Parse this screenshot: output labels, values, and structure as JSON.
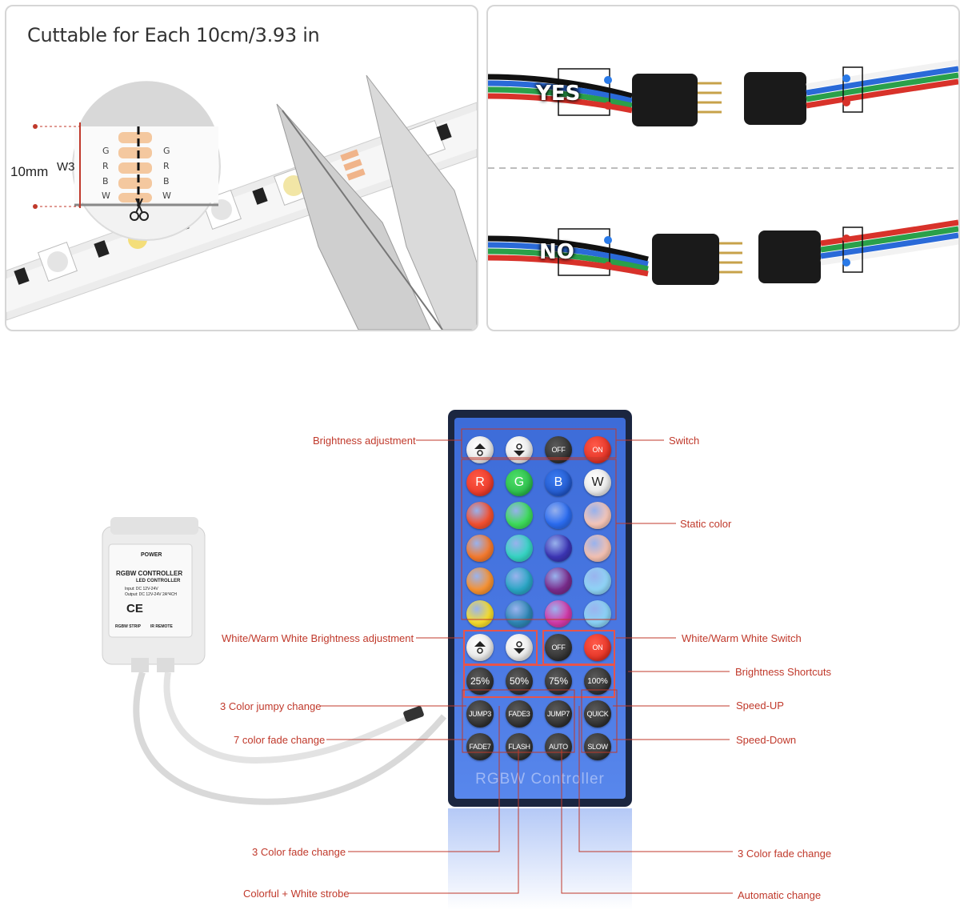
{
  "cut_panel": {
    "title": "Cuttable for Each 10cm/3.93 in",
    "dimension": "10mm",
    "marker": "W3",
    "pins_left": [
      "G",
      "R",
      "B",
      "W"
    ],
    "pins_right": [
      "G",
      "R",
      "B",
      "W"
    ]
  },
  "connector_panel": {
    "yes_label": "YES",
    "no_label": "NO"
  },
  "controller": {
    "power": "POWER",
    "title": "RGBW CONTROLLER",
    "subtitle": "LED CONTROLLER",
    "input": "Input: DC 12V-24V",
    "output": "Output: DC 12V-24V 2A*4CH",
    "ce": "CE",
    "strip": "RGBW STRIP",
    "remote": "IR REMOTE"
  },
  "remote": {
    "brand": "RGBW  Controller",
    "color_letters": [
      "R",
      "G",
      "B",
      "W"
    ],
    "off": "OFF",
    "on": "ON",
    "percent": [
      "25%",
      "50%",
      "75%",
      "100%"
    ],
    "modes_row1": [
      "JUMP3",
      "FADE3",
      "JUMP7",
      "QUICK"
    ],
    "modes_row2": [
      "FADE7",
      "FLASH",
      "AUTO",
      "SLOW"
    ],
    "colors": {
      "row1": [
        "#f4502f",
        "#3ddc5a",
        "#2b6cf0",
        "#f6c6b8"
      ],
      "row2": [
        "#f57a2e",
        "#35d4c2",
        "#3c35b4",
        "#f4c1b1"
      ],
      "row3": [
        "#f79232",
        "#2aa6c4",
        "#7a2c8c",
        "#8fd4f6"
      ],
      "row4": [
        "#f6dd2c",
        "#2e86b4",
        "#d23aa8",
        "#8ad2f5"
      ]
    }
  },
  "callouts": {
    "brightness": "Brightness adjustment",
    "switch": "Switch",
    "static": "Static color",
    "ww_brightness": "White/Warm White Brightness adjustment",
    "ww_switch": "White/Warm White Switch",
    "shortcuts": "Brightness Shortcuts",
    "jumpy": "3 Color jumpy change",
    "speed_up": "Speed-UP",
    "fade7": "7 color fade change",
    "speed_down": "Speed-Down",
    "fade3_left": "3 Color fade change",
    "fade3_right": "3 Color fade change",
    "strobe": "Colorful + White strobe",
    "auto": "Automatic change"
  }
}
